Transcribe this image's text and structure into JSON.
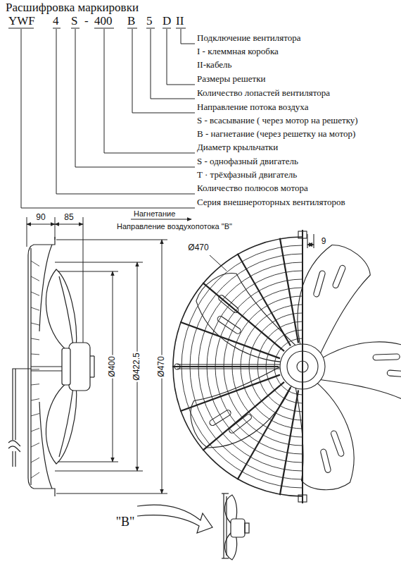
{
  "diagram": {
    "title": "Расшифровка маркировки",
    "labels": [
      "YWF",
      "4",
      "S",
      "-",
      "400",
      "B",
      "5",
      "D",
      "II",
      "Подключение вентилятора",
      "I - клеммная коробка",
      "II-кабель",
      "Размеры решетки",
      "Количество лопастей вентилятора",
      "Направление потока воздуха",
      "S - всасывание ( через мотор на решетку)",
      "B - нагнетание (через решетку на мотор)",
      "Диаметр крыльчатки",
      "S - однофазный двигатель",
      "T · трёхфазный двигатель",
      "Количество полюсов мотора",
      "Серия внешнероторных вентиляторов",
      "90",
      "85",
      "Нагнетание",
      "Направление воздухопотока \"B\"",
      "Ø400",
      "Ø422.5",
      "Ø470",
      "Ø470",
      "9",
      "\"B\""
    ]
  }
}
